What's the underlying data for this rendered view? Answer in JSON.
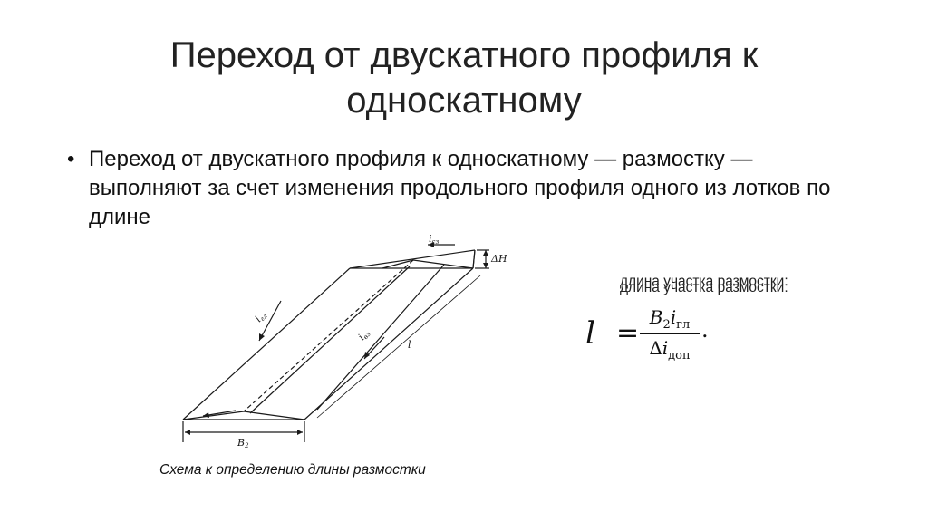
{
  "slide": {
    "title": "Переход от двускатного профиля к односкатному",
    "bullet": "Переход от двускатного профиля к односкатному — размостку — выполняют за счет изменения продольного профиля одного из лотков по длине",
    "caption": "Схема к определению длины размостки",
    "note": "длина участка размостки:"
  },
  "formula": {
    "lhs": "l",
    "eq": "=",
    "num_var": "B",
    "num_var_sub": "2",
    "num_var2": "i",
    "num_var2_sub": "гл",
    "den_prefix": "Δ",
    "den_var": "i",
    "den_var_sub": "доп",
    "end": "."
  },
  "diagram_labels": {
    "i_top": "i",
    "i_top_sub": "сз",
    "delta_h": "ΔH",
    "i_left": "i",
    "i_left_sub": "гл",
    "i_mid": "i",
    "i_mid_sub": "вз",
    "length": "l",
    "width": "B",
    "width_sub": "2"
  }
}
